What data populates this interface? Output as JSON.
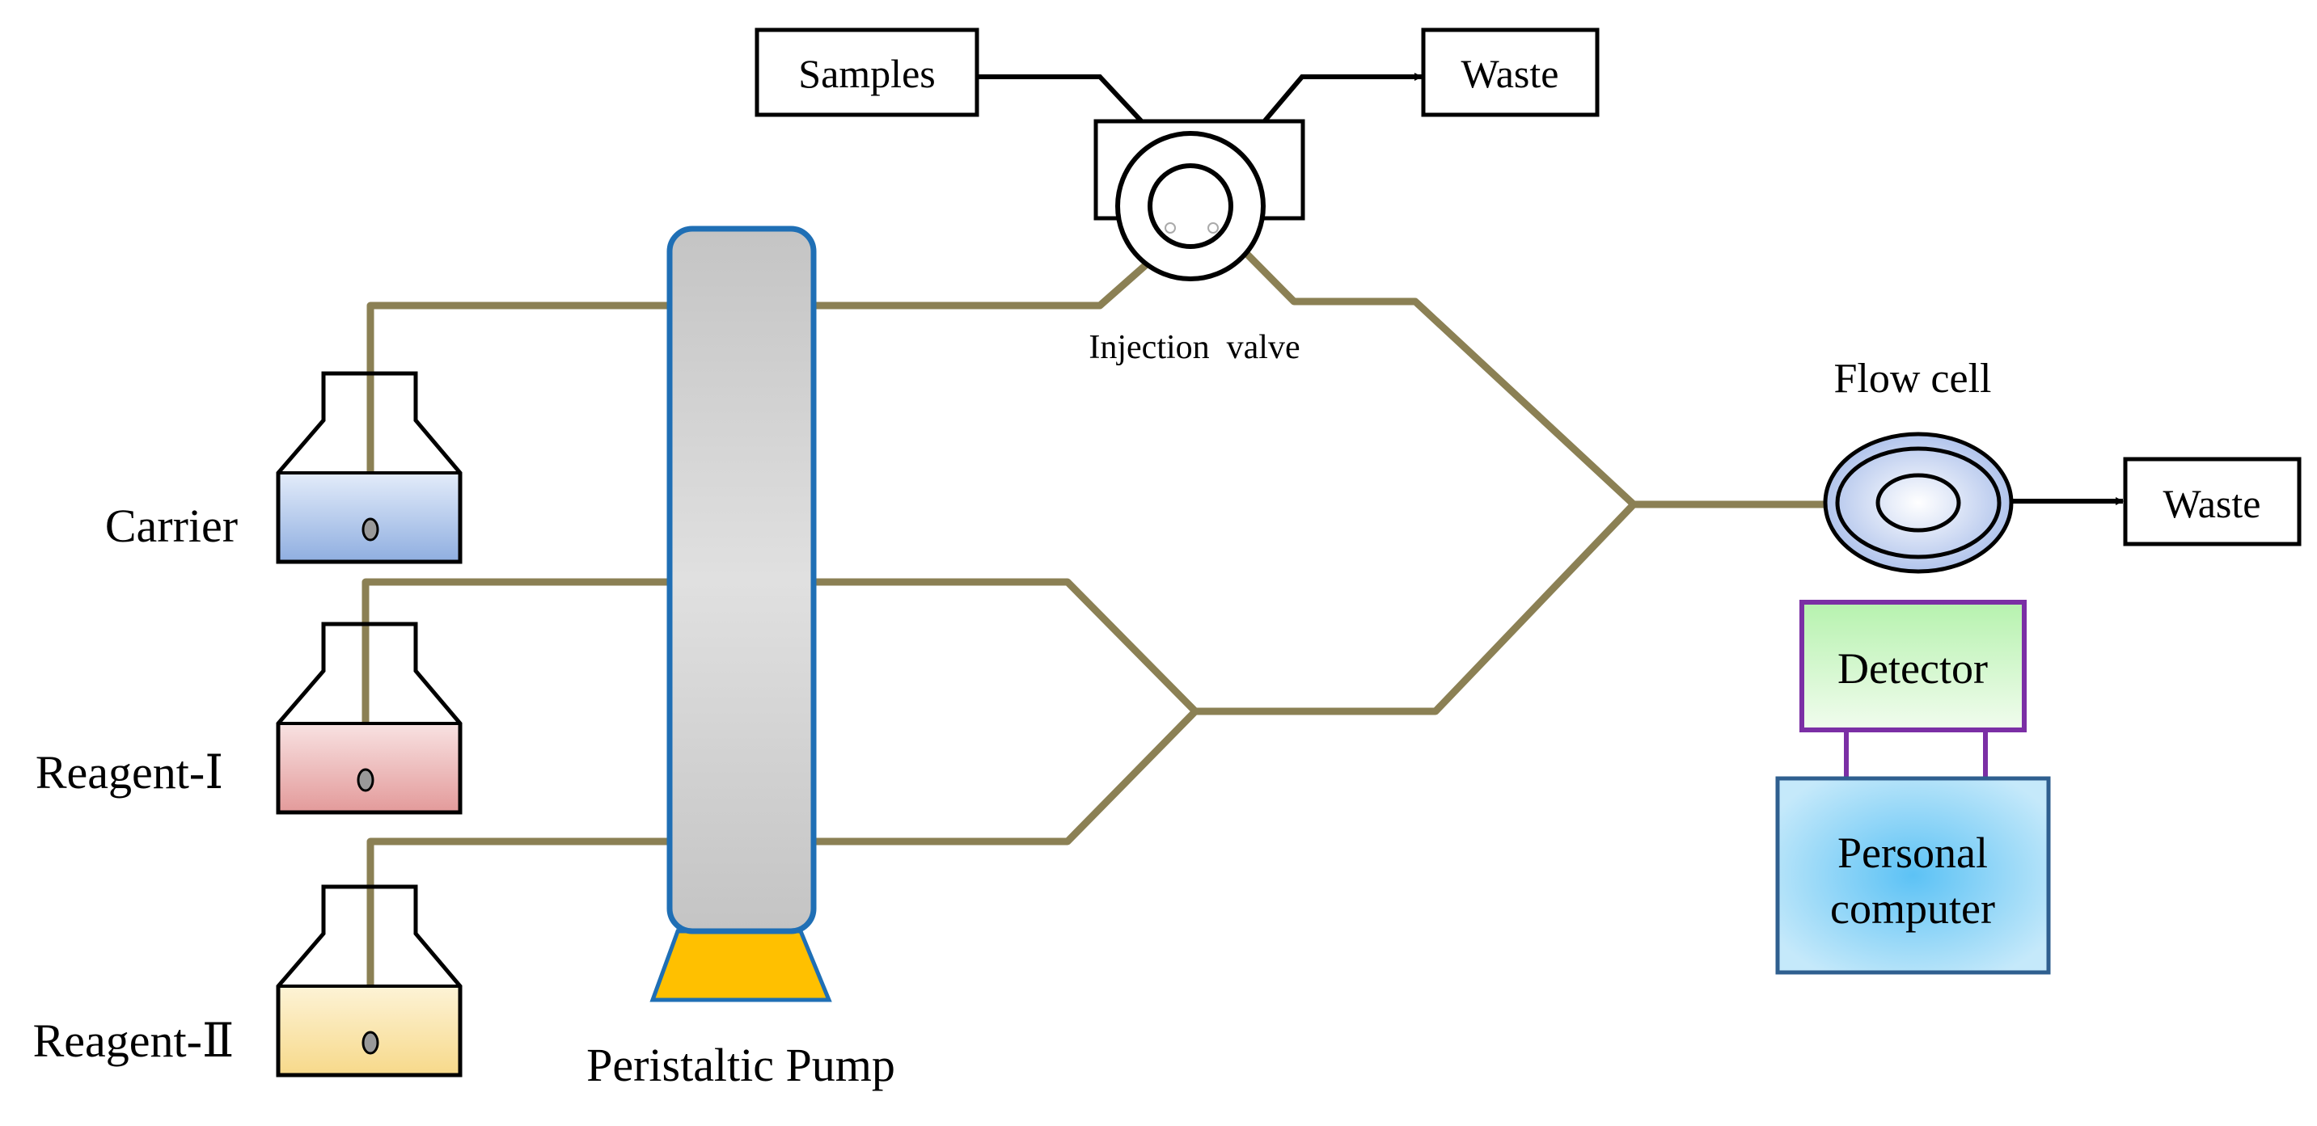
{
  "labels": {
    "samples": "Samples",
    "waste_top": "Waste",
    "injection_valve": "Injection  valve",
    "flow_cell": "Flow cell",
    "waste_right": "Waste",
    "detector": "Detector",
    "computer_line1": "Personal",
    "computer_line2": "computer",
    "carrier": "Carrier",
    "reagent_1": "Reagent-Ⅰ",
    "reagent_2": "Reagent-Ⅱ",
    "pump": "Peristaltic Pump"
  },
  "colors": {
    "tube": "#8B8054",
    "carrier_liquid": "#8FAEE0",
    "reagent_1_liquid": "#E39A9A",
    "reagent_2_liquid": "#F7D98A",
    "pump_body": "#C8C8C8",
    "pump_border": "#1F6FB5",
    "pump_base": "#FFC000",
    "detector_fill": "#C9F5C0",
    "detector_border": "#7B2FA5",
    "computer_fill": "#8ED3F5",
    "computer_border": "#2F5F8F",
    "flow_cell_fill": "#BFCFEF"
  }
}
